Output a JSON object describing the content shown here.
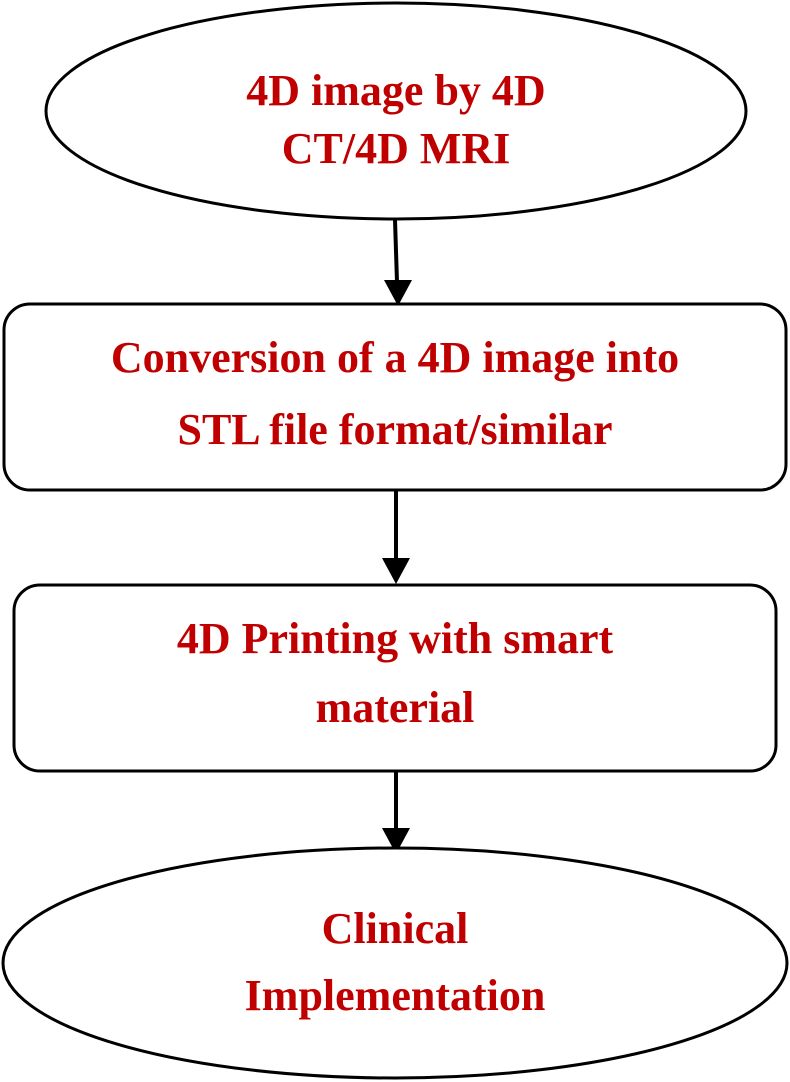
{
  "diagram": {
    "text_color": "#c00000",
    "border_color": "#000000",
    "nodes": [
      {
        "id": "start",
        "shape": "ellipse",
        "lines": [
          "4D image by 4D",
          "CT/4D MRI"
        ]
      },
      {
        "id": "convert",
        "shape": "rounded-rect",
        "lines": [
          "Conversion of a 4D image into",
          "STL file format/similar"
        ]
      },
      {
        "id": "print",
        "shape": "rounded-rect",
        "lines": [
          "4D Printing with smart",
          "material"
        ]
      },
      {
        "id": "end",
        "shape": "ellipse",
        "lines": [
          "Clinical",
          "Implementation"
        ]
      }
    ],
    "edges": [
      {
        "from": "start",
        "to": "convert"
      },
      {
        "from": "convert",
        "to": "print"
      },
      {
        "from": "print",
        "to": "end"
      }
    ]
  }
}
